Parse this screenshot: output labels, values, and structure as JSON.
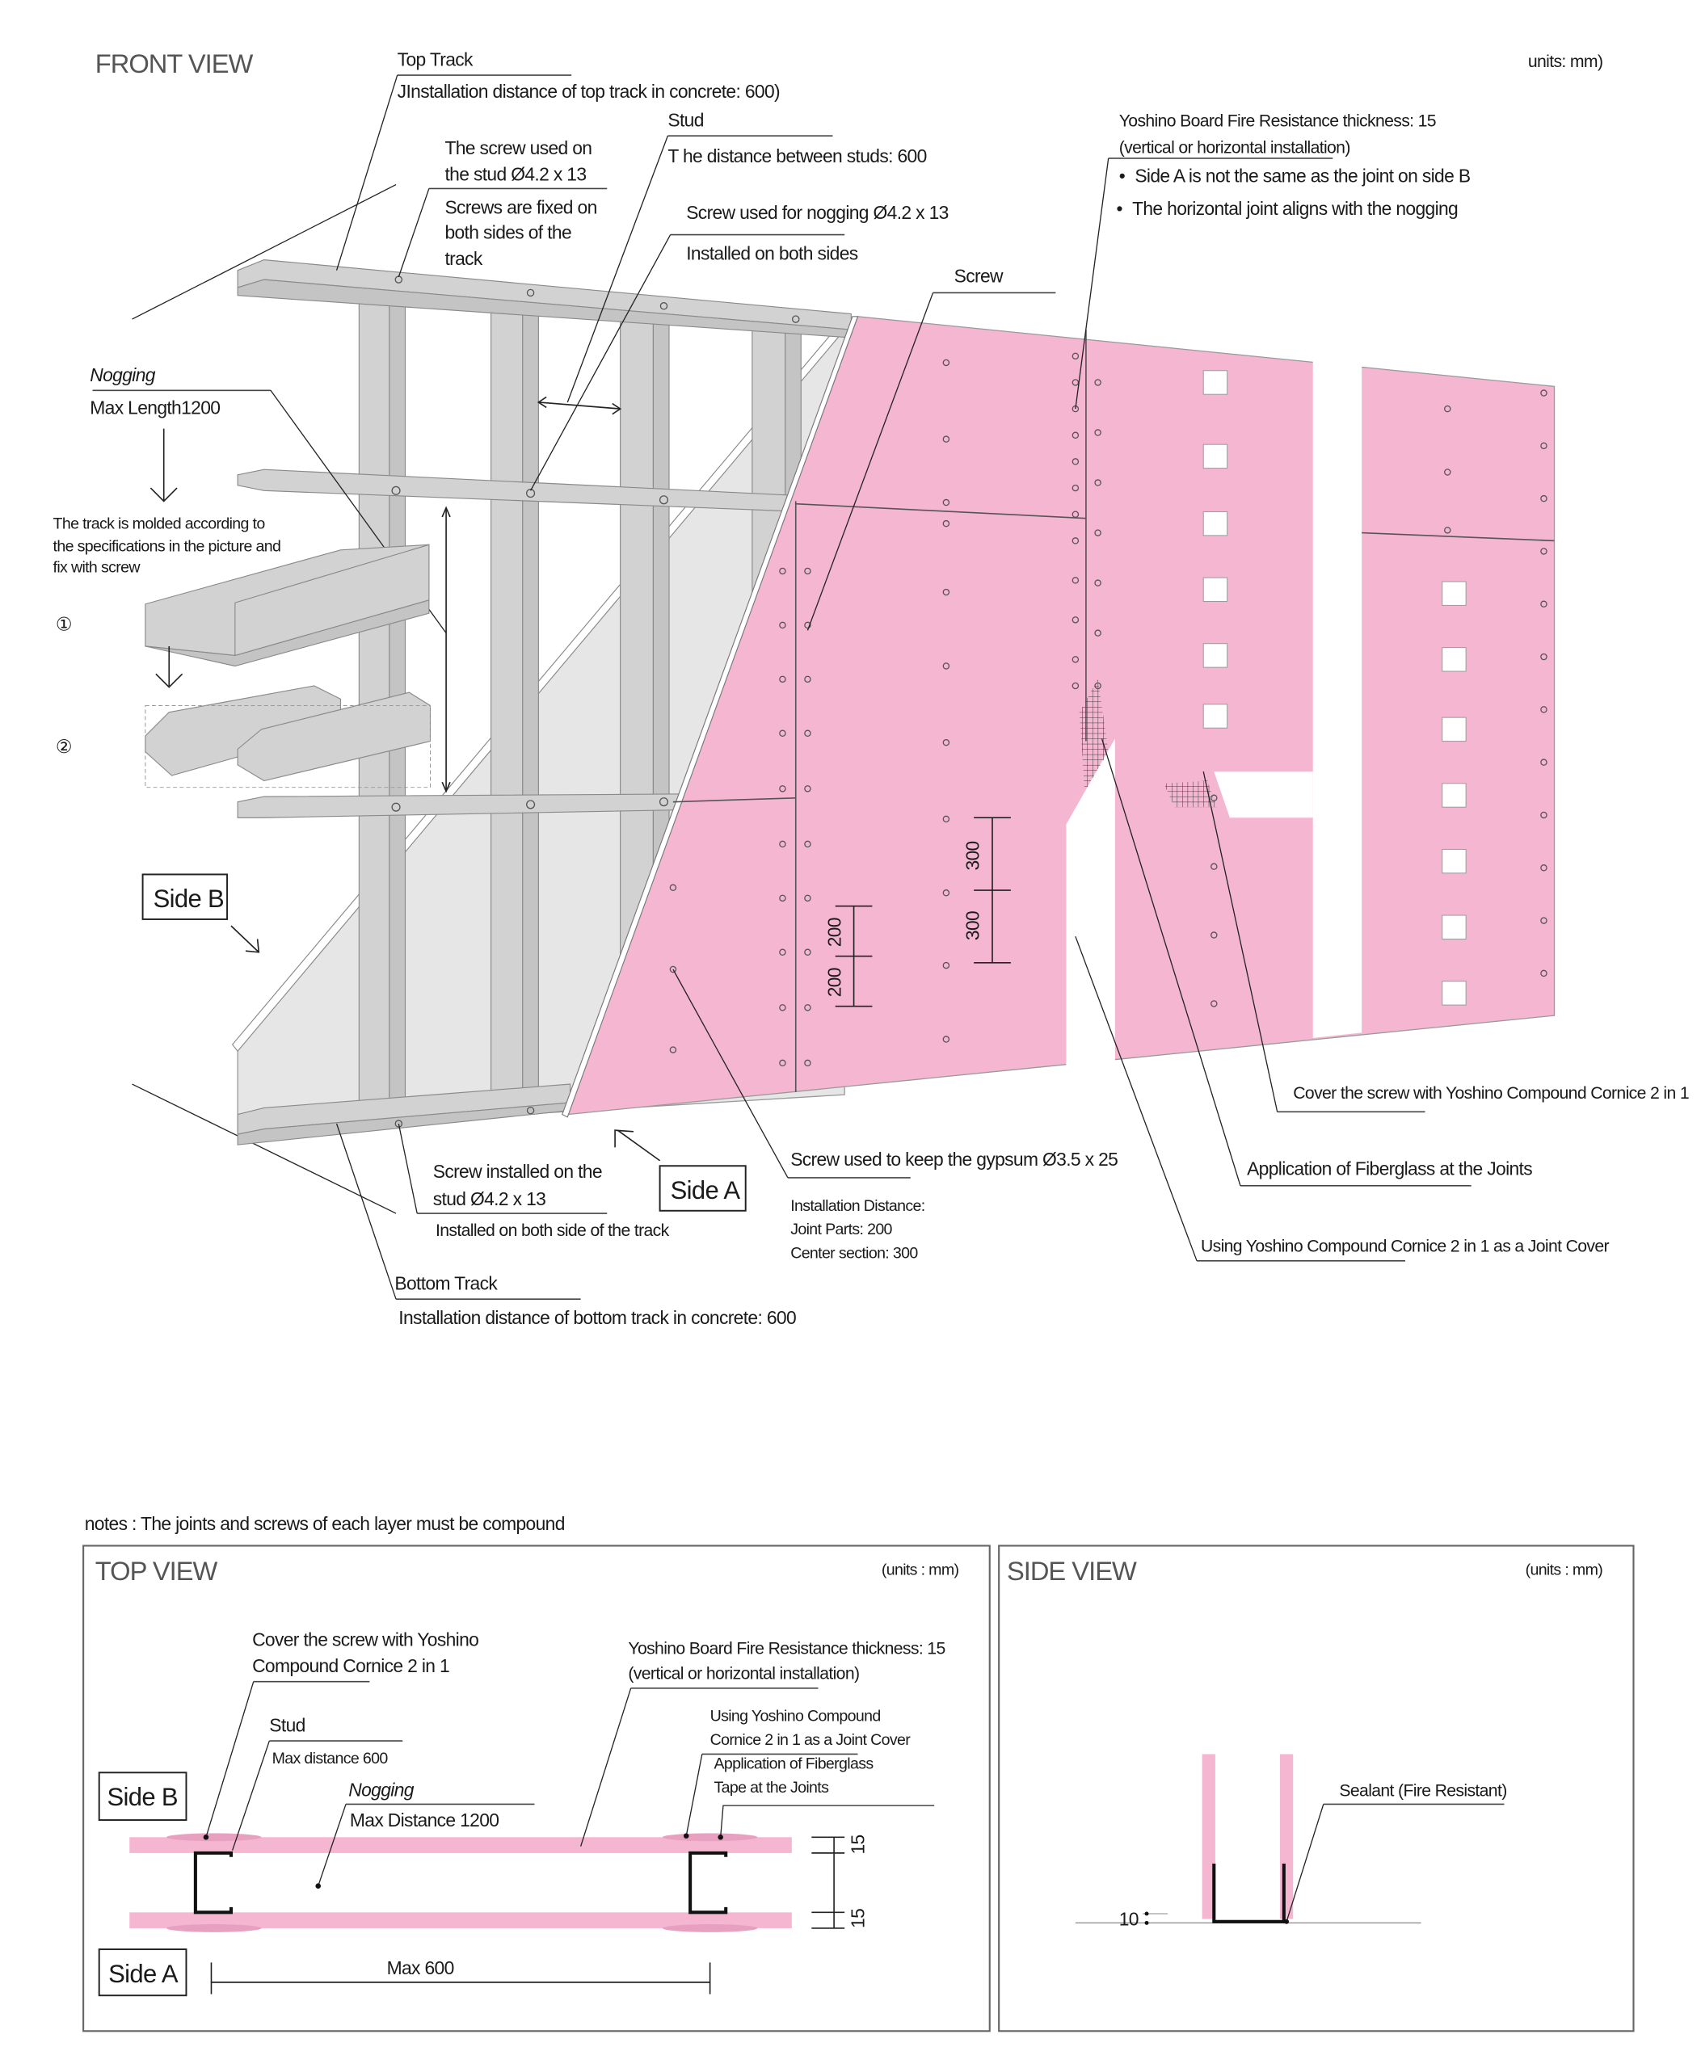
{
  "front_view": {
    "title": "FRONT VIEW",
    "units": "units: mm)",
    "top_track": {
      "label": "Top Track",
      "detail": "JInstallation distance of top track in concrete: 600)"
    },
    "stud": {
      "label": "Stud",
      "detail": "T he distance between studs: 600"
    },
    "stud_screw": {
      "lines": [
        "The screw used on",
        "the stud Ø4.2 x 13"
      ],
      "detail": [
        "Screws are fixed on",
        "both sides of the",
        "track"
      ]
    },
    "nogging_screw": {
      "label": "Screw used for nogging Ø4.2 x 13",
      "detail": "Installed on both sides"
    },
    "screw": {
      "label": "Screw"
    },
    "board": {
      "lines": [
        "Yoshino Board Fire Resistance thickness: 15",
        "(vertical or horizontal installation)"
      ],
      "bullets": [
        "Side A is not the same as the joint on side B",
        "The horizontal joint aligns with the nogging"
      ]
    },
    "nogging": {
      "label": "Nogging",
      "detail": "Max Length1200"
    },
    "track_molded": {
      "lines": [
        "The track is molded according to",
        "the specifications in the picture and",
        "fix with screw"
      ],
      "step1": "①",
      "step2": "②"
    },
    "side_b": "Side B",
    "side_a": "Side A",
    "track_screw": {
      "lines": [
        "Screw installed on the",
        "stud Ø4.2 x 13"
      ],
      "detail": "Installed on both side of the track"
    },
    "gypsum_screw": {
      "label": "Screw used to keep the gypsum Ø3.5 x 25",
      "details": [
        "Installation Distance:",
        "Joint Parts: 200",
        "Center section: 300"
      ]
    },
    "bottom_track": {
      "label": "Bottom Track",
      "detail": "Installation distance of bottom track in concrete: 600"
    },
    "cover_screw": "Cover the screw with Yoshino Compound Cornice 2 in 1",
    "fiberglass": "Application of Fiberglass at the Joints",
    "joint_cover": "Using Yoshino Compound Cornice 2 in 1 as a Joint Cover",
    "dimensions": {
      "center_1": "300",
      "center_2": "300",
      "joint_1": "200",
      "joint_2": "200"
    }
  },
  "notes": "notes : The joints and screws of each layer must be compound",
  "top_view": {
    "title": "TOP VIEW",
    "units": "(units : mm)",
    "cover_screw": [
      "Cover the screw with Yoshino",
      "Compound Cornice 2 in 1"
    ],
    "stud": {
      "label": "Stud",
      "detail": "Max distance 600"
    },
    "nogging": {
      "label": "Nogging",
      "detail": "Max Distance 1200"
    },
    "board": [
      "Yoshino Board Fire Resistance thickness: 15",
      "(vertical or horizontal installation)"
    ],
    "joint_cover": [
      "Using Yoshino Compound",
      "Cornice 2 in 1 as a Joint Cover"
    ],
    "fiberglass": [
      "Application of Fiberglass",
      "Tape at the Joints"
    ],
    "side_b": "Side  B",
    "side_a": "Side A",
    "thickness_top": "15",
    "thickness_bottom": "15",
    "max_600": "Max 600"
  },
  "side_view": {
    "title": "SIDE VIEW",
    "units": "(units : mm)",
    "sealant": "Sealant (Fire Resistant)",
    "gap": "10"
  },
  "colors": {
    "board_pink": "#f5b6d2",
    "steel": "#d2d2d2",
    "side_b_board": "#e6e6e6"
  }
}
